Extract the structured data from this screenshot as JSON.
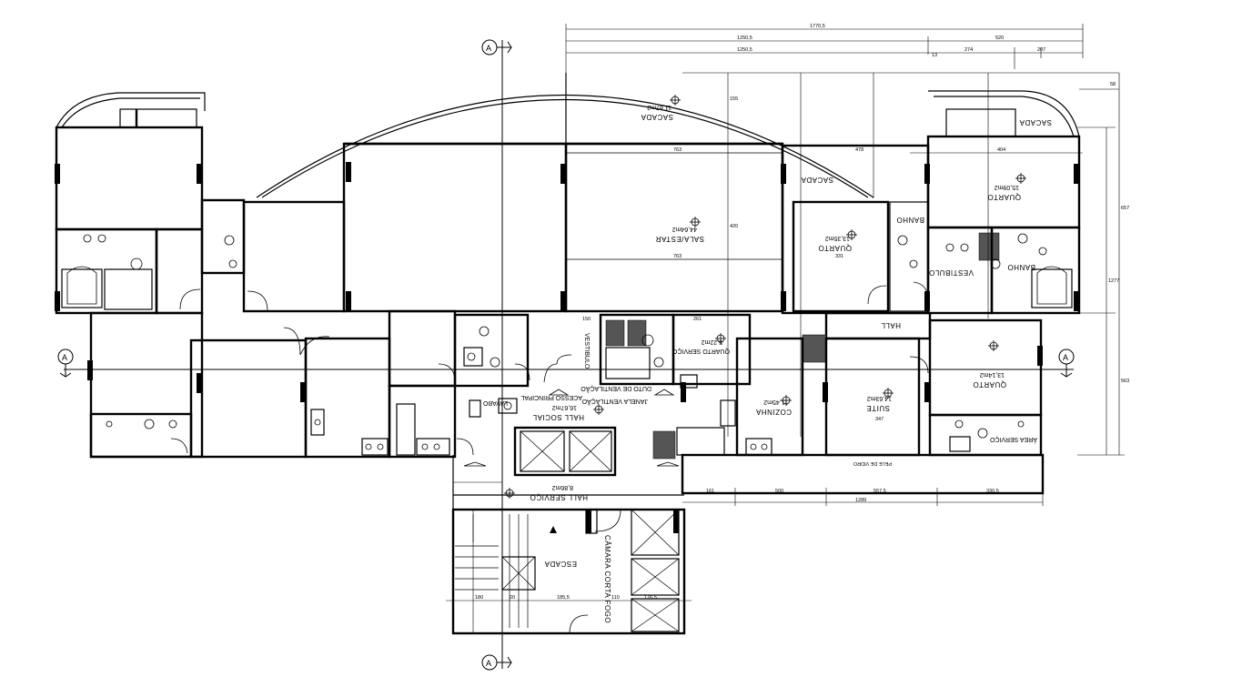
{
  "rooms": {
    "sacada_top": "SACADA",
    "sacada_top_area": "11,67m2",
    "sala_estar": "SALA/ESTAR",
    "sala_estar_area": "44,64m2",
    "sacada_mid": "SACADA",
    "quarto_right_mid": "QUARTO",
    "quarto_right_mid_area": "13,35m2",
    "sacada_right": "SACADA",
    "quarto_right_top": "QUARTO",
    "quarto_right_top_area": "15,09m2",
    "banho_upper": "BANHO",
    "banho_right": "BANHO",
    "vestibulo_right": "VESTIBULO",
    "hall": "HALL",
    "quarto_right_low": "QUARTO",
    "quarto_right_low_area": "13,14m2",
    "suite": "SUITE",
    "suite_area": "14,63m2",
    "cozinha": "COZINHA",
    "cozinha_area": "11,45m2",
    "quarto_servico": "QUARTO SERVIÇO",
    "quarto_servico_area": "5,22m2",
    "vestibulo_mid": "VESTIBULO",
    "hall_social": "HALL SOCIAL",
    "hall_social_area": "16,67m2",
    "hall_servico": "HALL SERVIÇO",
    "hall_servico_area": "8,86m2",
    "escada": "ESCADA",
    "camara_corta_fogo": "CÂMARA CORTA FOGO",
    "lavabo": "LAVABO",
    "area_servico": "ÁREA SERVIÇO"
  },
  "notes": {
    "acesso_principal": "ACESSO PRINCIPAL",
    "janela_ventilacao": "JANELA VENTILAÇÃO",
    "duto_ventilacao": "DUTO DE VENTILAÇÃO",
    "pele_de_vidro": "PELE DE VIDRO"
  },
  "dimensions": {
    "top_total": "1770,5",
    "top_a": "1250,5",
    "top_b": "520",
    "top_c": "1250,5",
    "top_d": "274",
    "top_e": "207",
    "d13": "13",
    "v155": "155",
    "v420": "420",
    "v1277": "1277",
    "v657": "657",
    "v563": "563",
    "v58": "58",
    "v478": "478",
    "v404": "404",
    "v763": "763",
    "v763b": "763",
    "v331": "331",
    "v347": "347",
    "v261": "261",
    "v150": "150",
    "b161": "161",
    "b500": "500",
    "b557": "557,5",
    "b330": "330,5",
    "b1289": "1289",
    "s180": "180",
    "s185": "185,5",
    "s110": "110",
    "s176": "176,5",
    "s20": "20"
  },
  "markers": {
    "section_a": "A"
  }
}
